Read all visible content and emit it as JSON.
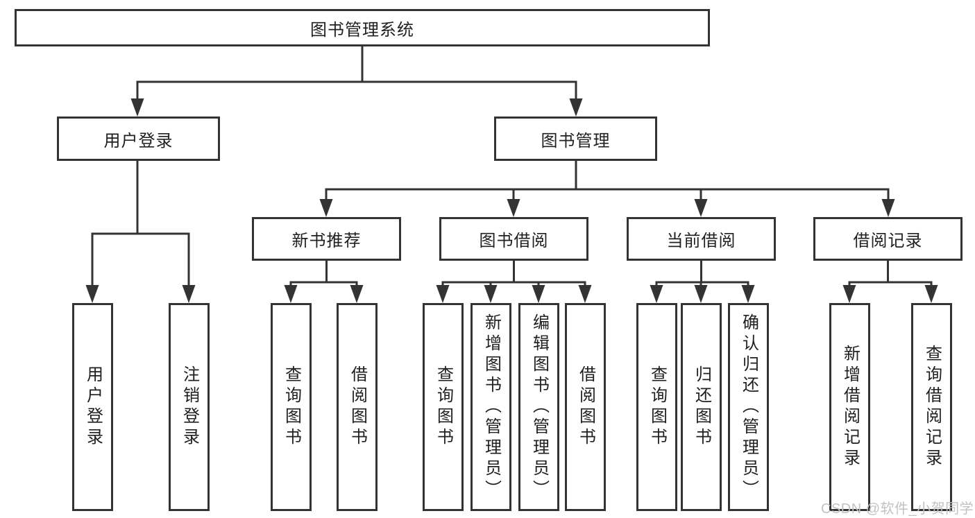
{
  "tree": {
    "label": "图书管理系统",
    "children": [
      {
        "label": "用户登录",
        "children": [
          {
            "label": "用户登录"
          },
          {
            "label": "注销登录"
          }
        ]
      },
      {
        "label": "图书管理",
        "children": [
          {
            "label": "新书推荐",
            "children": [
              {
                "label": "查询图书"
              },
              {
                "label": "借阅图书"
              }
            ]
          },
          {
            "label": "图书借阅",
            "children": [
              {
                "label": "查询图书"
              },
              {
                "label": "新增图书（管理员）"
              },
              {
                "label": "编辑图书（管理员）"
              },
              {
                "label": "借阅图书"
              }
            ]
          },
          {
            "label": "当前借阅",
            "children": [
              {
                "label": "查询图书"
              },
              {
                "label": "归还图书"
              },
              {
                "label": "确认归还（管理员）"
              }
            ]
          },
          {
            "label": "借阅记录",
            "children": [
              {
                "label": "新增借阅记录"
              },
              {
                "label": "查询借阅记录"
              }
            ]
          }
        ]
      }
    ]
  },
  "watermark": {
    "text": "CSDN @软件_小贺同学"
  },
  "colors": {
    "line": "#333333",
    "text": "#1f1f1f",
    "box_background": "#ffffff",
    "page_background": "#ffffff",
    "watermark": "#c2c2c2"
  }
}
